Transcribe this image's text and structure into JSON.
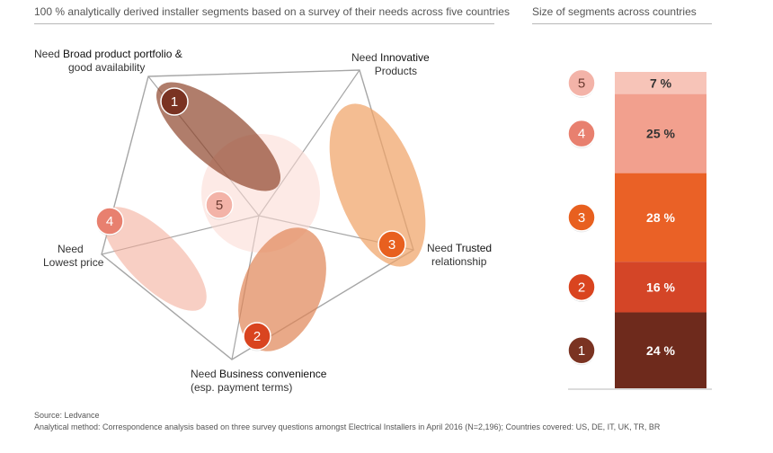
{
  "left_title": "100 % analytically derived installer segments based on a survey of their needs across five countries",
  "right_title": "Size of segments across countries",
  "vertices": [
    {
      "prefix": "Need ",
      "bold": "Broad product portfolio &",
      "line2": "good availability"
    },
    {
      "prefix": "Need ",
      "bold": "Innovative",
      "line2": "Products"
    },
    {
      "prefix": "Need ",
      "bold": "Trusted",
      "line2": "relationship"
    },
    {
      "prefix": "Need ",
      "bold": "Business convenience",
      "line2": "(esp. payment terms)"
    },
    {
      "prefix": "Need",
      "bold": "",
      "line2": "Lowest price"
    }
  ],
  "chart_data": [
    {
      "type": "scatter",
      "title": "100 % analytically derived installer segments based on a survey of their needs across five countries",
      "segments": [
        {
          "label": "1",
          "color": "#7a3322"
        },
        {
          "label": "2",
          "color": "#d9441f"
        },
        {
          "label": "3",
          "color": "#e8601f"
        },
        {
          "label": "4",
          "color": "#e8806f"
        },
        {
          "label": "5",
          "color": "#f3b3a8"
        }
      ]
    },
    {
      "type": "bar",
      "title": "Size of segments across countries",
      "categories": [
        "5",
        "4",
        "3",
        "2",
        "1"
      ],
      "values": [
        7,
        25,
        28,
        16,
        24
      ],
      "value_labels": [
        "7 %",
        "25 %",
        "28 %",
        "16 %",
        "24 %"
      ],
      "colors": [
        "#f7c4b8",
        "#f2a08e",
        "#ea6126",
        "#d44527",
        "#6e2a1c"
      ],
      "unit": "%",
      "ylim": [
        0,
        100
      ]
    }
  ],
  "footer": {
    "source": "Source: Ledvance",
    "method": "Analytical method: Correspondence analysis based on three survey questions amongst Electrical Installers in April 2016 (N=2,196); Countries covered: US, DE, IT, UK, TR, BR"
  }
}
